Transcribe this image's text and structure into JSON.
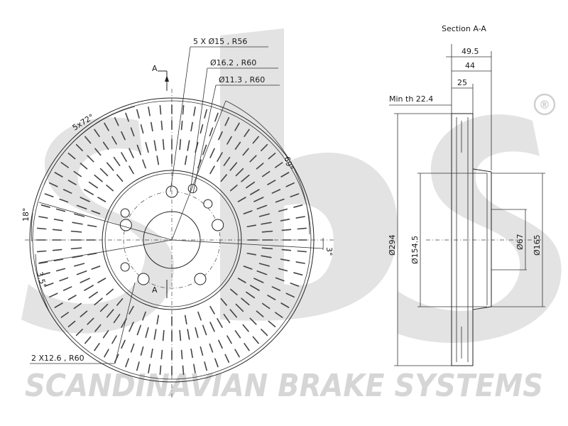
{
  "watermark": {
    "logo_text": "sbs",
    "registered_mark": "®",
    "brand_line": "SCANDINAVIAN BRAKE SYSTEMS",
    "color": "#d9d9d9"
  },
  "front_view": {
    "section_marker": "A",
    "callouts": {
      "bolt_holes": "5 X Ø15 , R56",
      "hole_162": "Ø16.2 , R60",
      "hole_113": "Ø11.3 , R60",
      "hole_126": "2 X12.6 , R60"
    },
    "angles": {
      "bolt_spacing": "5x72°",
      "vane_angle": "69°",
      "angle_18": "18°",
      "angle_3": "3°",
      "angle_35": "3.5°"
    }
  },
  "section_view": {
    "title": "Section A-A",
    "dims": {
      "total_height": "49.5",
      "hat_height": "44",
      "disc_thickness": "25",
      "min_thickness": "Min th 22.4",
      "outer_diameter": "Ø294",
      "hat_diameter": "Ø154.5",
      "center_bore": "Ø67",
      "bolt_circle": "Ø165"
    }
  }
}
